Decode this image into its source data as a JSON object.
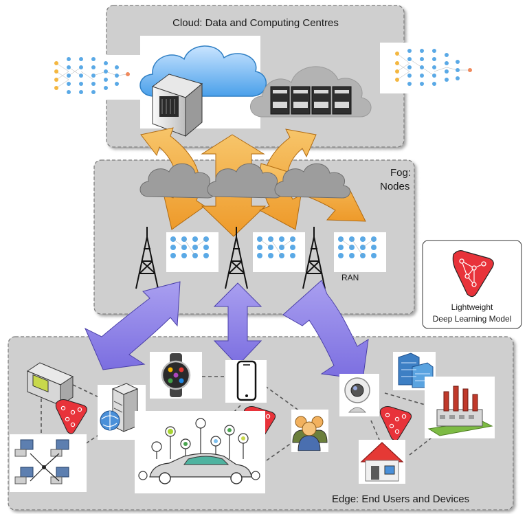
{
  "cloud_layer": {
    "label": "Cloud: Data and Computing Centres"
  },
  "fog_layer": {
    "label_line1": "Fog:",
    "label_line2": "Nodes"
  },
  "ran_label": "RAN",
  "edge_layer": {
    "label": "Edge: End Users and Devices"
  },
  "legend": {
    "label_line1": "Lightweight",
    "label_line2": "Deep Learning Model",
    "icon": "neural-network-funnel-icon"
  },
  "colors": {
    "layer_fill": "#cfcfcf",
    "layer_border": "#7a7a7a",
    "cloud_to_fog_arrow": "#f2a93b",
    "fog_to_edge_arrow": "#8f82e8",
    "lightweight_model": "#e8333a",
    "network_node": "#5aa9e6"
  }
}
